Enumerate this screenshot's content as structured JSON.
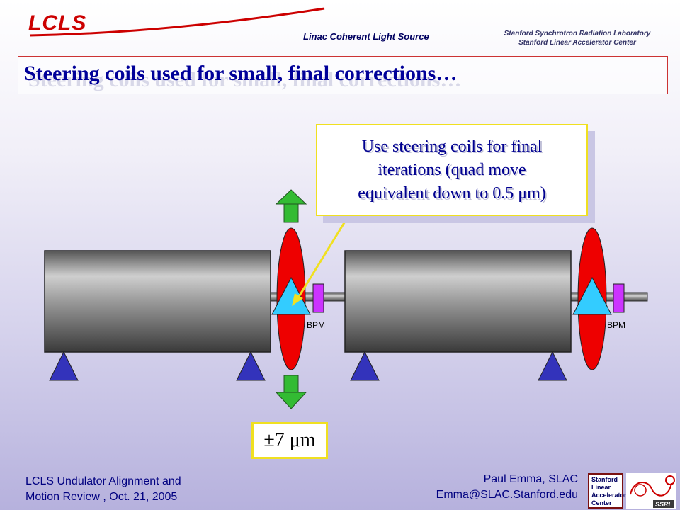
{
  "header": {
    "logo_text": "LCLS",
    "subtitle": "Linac Coherent Light Source",
    "lab_line1": "Stanford Synchrotron Radiation Laboratory",
    "lab_line2": "Stanford Linear Accelerator Center"
  },
  "slide": {
    "title": "Steering coils used for small, final corrections…",
    "callout": {
      "line1": "Use steering coils for final",
      "line2": "iterations (quad move",
      "line3": "equivalent down to 0.5 μm)"
    },
    "range_label": "±7 μm",
    "bpm_labels": [
      "BPM",
      "BPM"
    ]
  },
  "footer": {
    "left_line1": "LCLS Undulator Alignment and",
    "left_line2": "Motion Review , Oct. 21, 2005",
    "right_line1": "Paul Emma, SLAC",
    "right_line2": "Emma@SLAC.Stanford.edu",
    "slac_logo_lines": [
      "Stanford",
      "Linear",
      "Accelerator",
      "Center"
    ],
    "ssrl_logo_text": "SSRL"
  },
  "colors": {
    "title_text": "#000099",
    "quad_magnet": "#ee0000",
    "undulator_body": "#808080",
    "support_triangle": "#3333bb",
    "quad_triangle": "#33ccff",
    "bpm": "#cc33ff",
    "arrow": "#33bb33",
    "callout_border": "#f0e020"
  },
  "icons": [
    "logo-swoosh",
    "arrow-up-icon",
    "arrow-down-icon",
    "ssrl-logo-icon"
  ]
}
